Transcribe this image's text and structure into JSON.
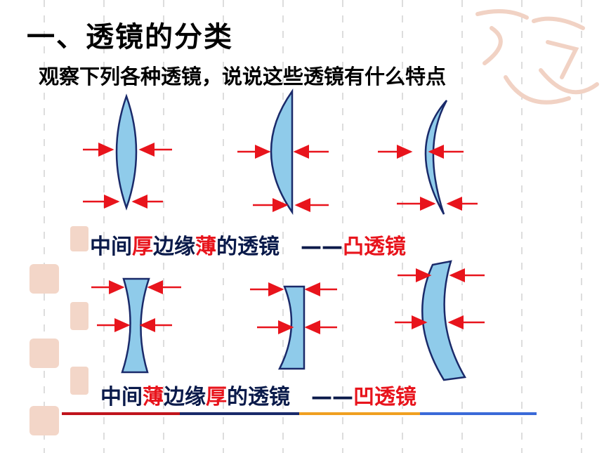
{
  "title": "一、透镜的分类",
  "subtitle": "观察下列各种透镜，说说这些透镜有什么特点",
  "convex_caption": {
    "p1": "中间",
    "p2": "厚",
    "p3": "边缘",
    "p4": "薄",
    "p5": "的透镜",
    "dash": "——",
    "result": "凸透镜"
  },
  "concave_caption": {
    "p1": "中间",
    "p2": "薄",
    "p3": "边缘",
    "p4": "厚",
    "p5": "的透镜",
    "dash": "——",
    "result": "凹透镜"
  },
  "colors": {
    "lens_fill": "#8fcbea",
    "lens_stroke": "#1a2a6a",
    "arrow": "#e8141c",
    "stripe": [
      "#c0141c",
      "#1a2a6a",
      "#f0a020",
      "#3a6ad8"
    ]
  }
}
